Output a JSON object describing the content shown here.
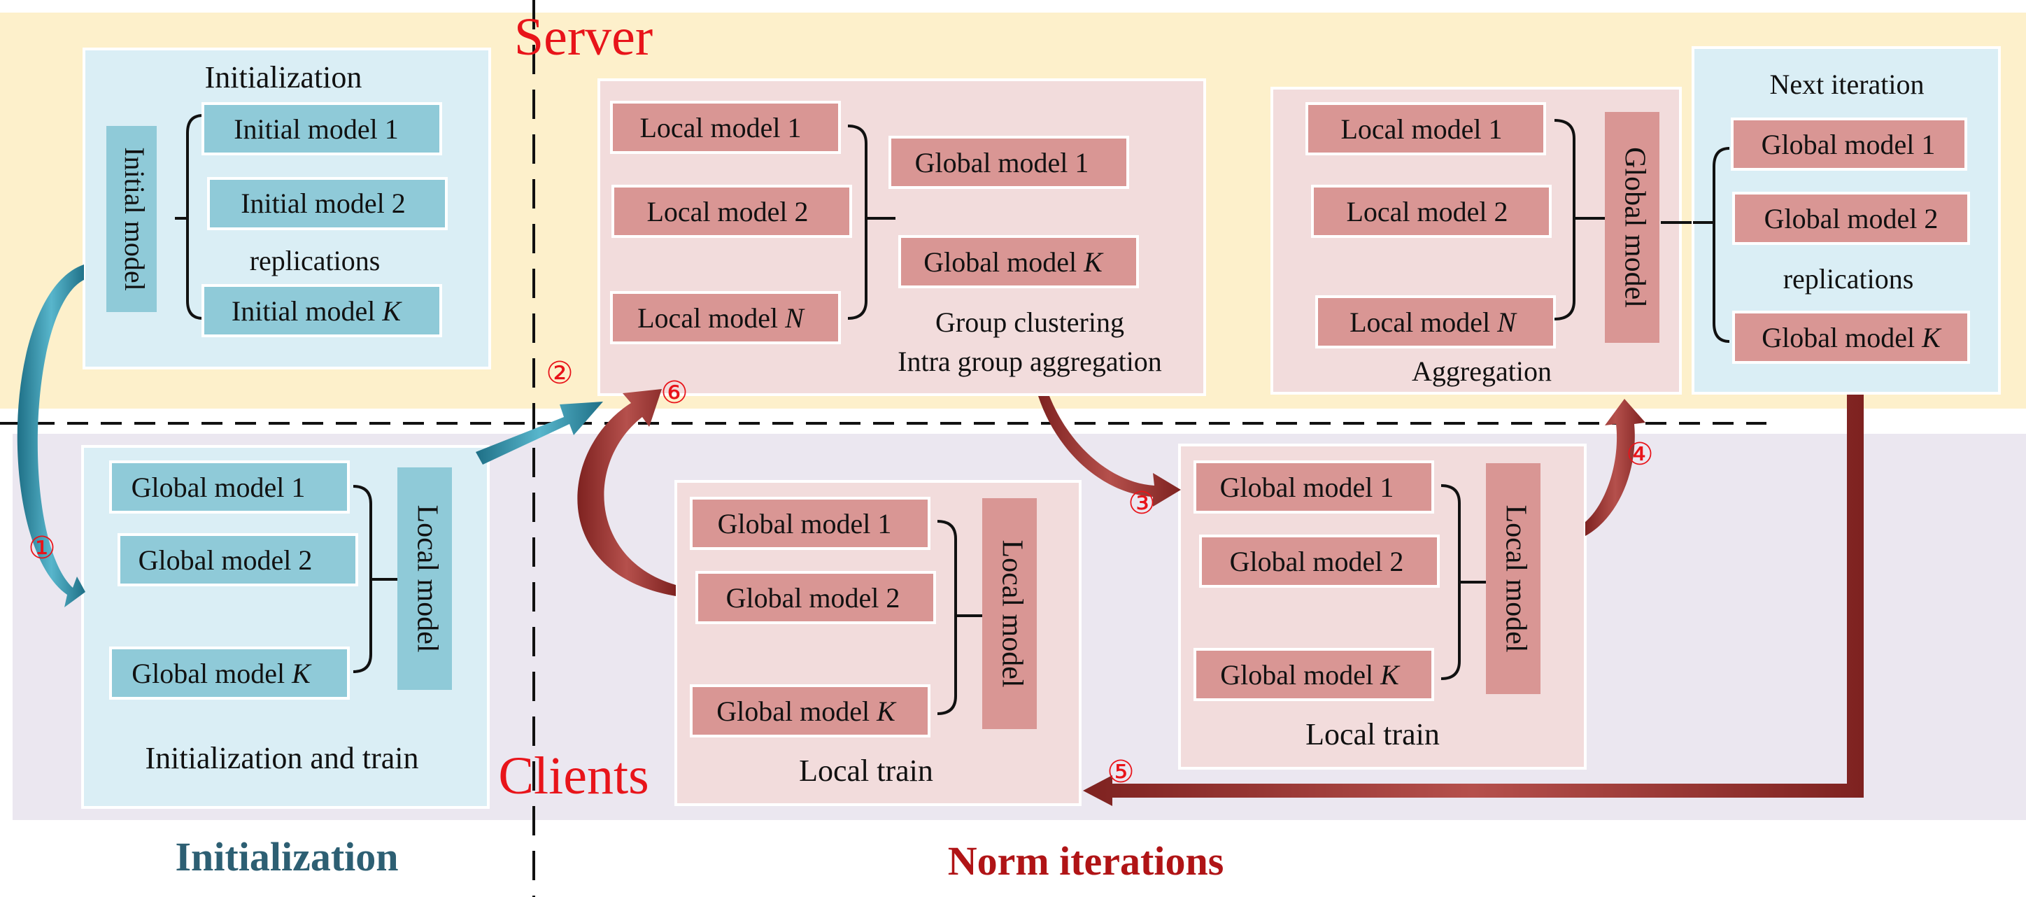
{
  "regions": {
    "server_label": "Server",
    "clients_label": "Clients",
    "initialization_label": "Initialization",
    "norm_iterations_label": "Norm iterations"
  },
  "init_server_box": {
    "title": "Initialization",
    "vertical": "Initial model",
    "items": [
      "Initial model 1",
      "Initial model 2",
      "Initial model K"
    ],
    "note": "replications"
  },
  "init_client_box": {
    "items": [
      "Global model 1",
      "Global model 2",
      "Global model K"
    ],
    "vertical": "Local model",
    "caption": "Initialization and train"
  },
  "group_box": {
    "local_items": [
      "Local model 1",
      "Local model 2",
      "Local model N"
    ],
    "global_items": [
      "Global model 1",
      "Global model K"
    ],
    "caption_line1": "Group clustering",
    "caption_line2": "Intra group aggregation"
  },
  "local_train_box_1": {
    "items": [
      "Global model 1",
      "Global model 2",
      "Global model K"
    ],
    "vertical": "Local model",
    "caption": "Local train"
  },
  "local_train_box_2": {
    "items": [
      "Global model 1",
      "Global model 2",
      "Global model K"
    ],
    "vertical": "Local model",
    "caption": "Local train"
  },
  "aggregation_box": {
    "items": [
      "Local model 1",
      "Local model 2",
      "Local model N"
    ],
    "vertical": "Global model",
    "caption": "Aggregation"
  },
  "next_iteration_box": {
    "title": "Next iteration",
    "items": [
      "Global model 1",
      "Global model 2",
      "Global model K"
    ],
    "note": "replications"
  },
  "steps": [
    "①",
    "②",
    "③",
    "④",
    "⑤",
    "⑥"
  ],
  "colors": {
    "server_bg": "#fdf0cb",
    "clients_bg": "#ebe7f0",
    "blue_panel": "#daeef5",
    "blue_item": "#8fcad8",
    "pink_panel": "#f2dcdc",
    "red_item": "#d99694",
    "red_text": "#e8141a",
    "dark_red_arrow": "#9c3431",
    "teal_arrow": "#2e7e93",
    "teal_label": "#2d5f73",
    "dark_red_label": "#b01416"
  }
}
